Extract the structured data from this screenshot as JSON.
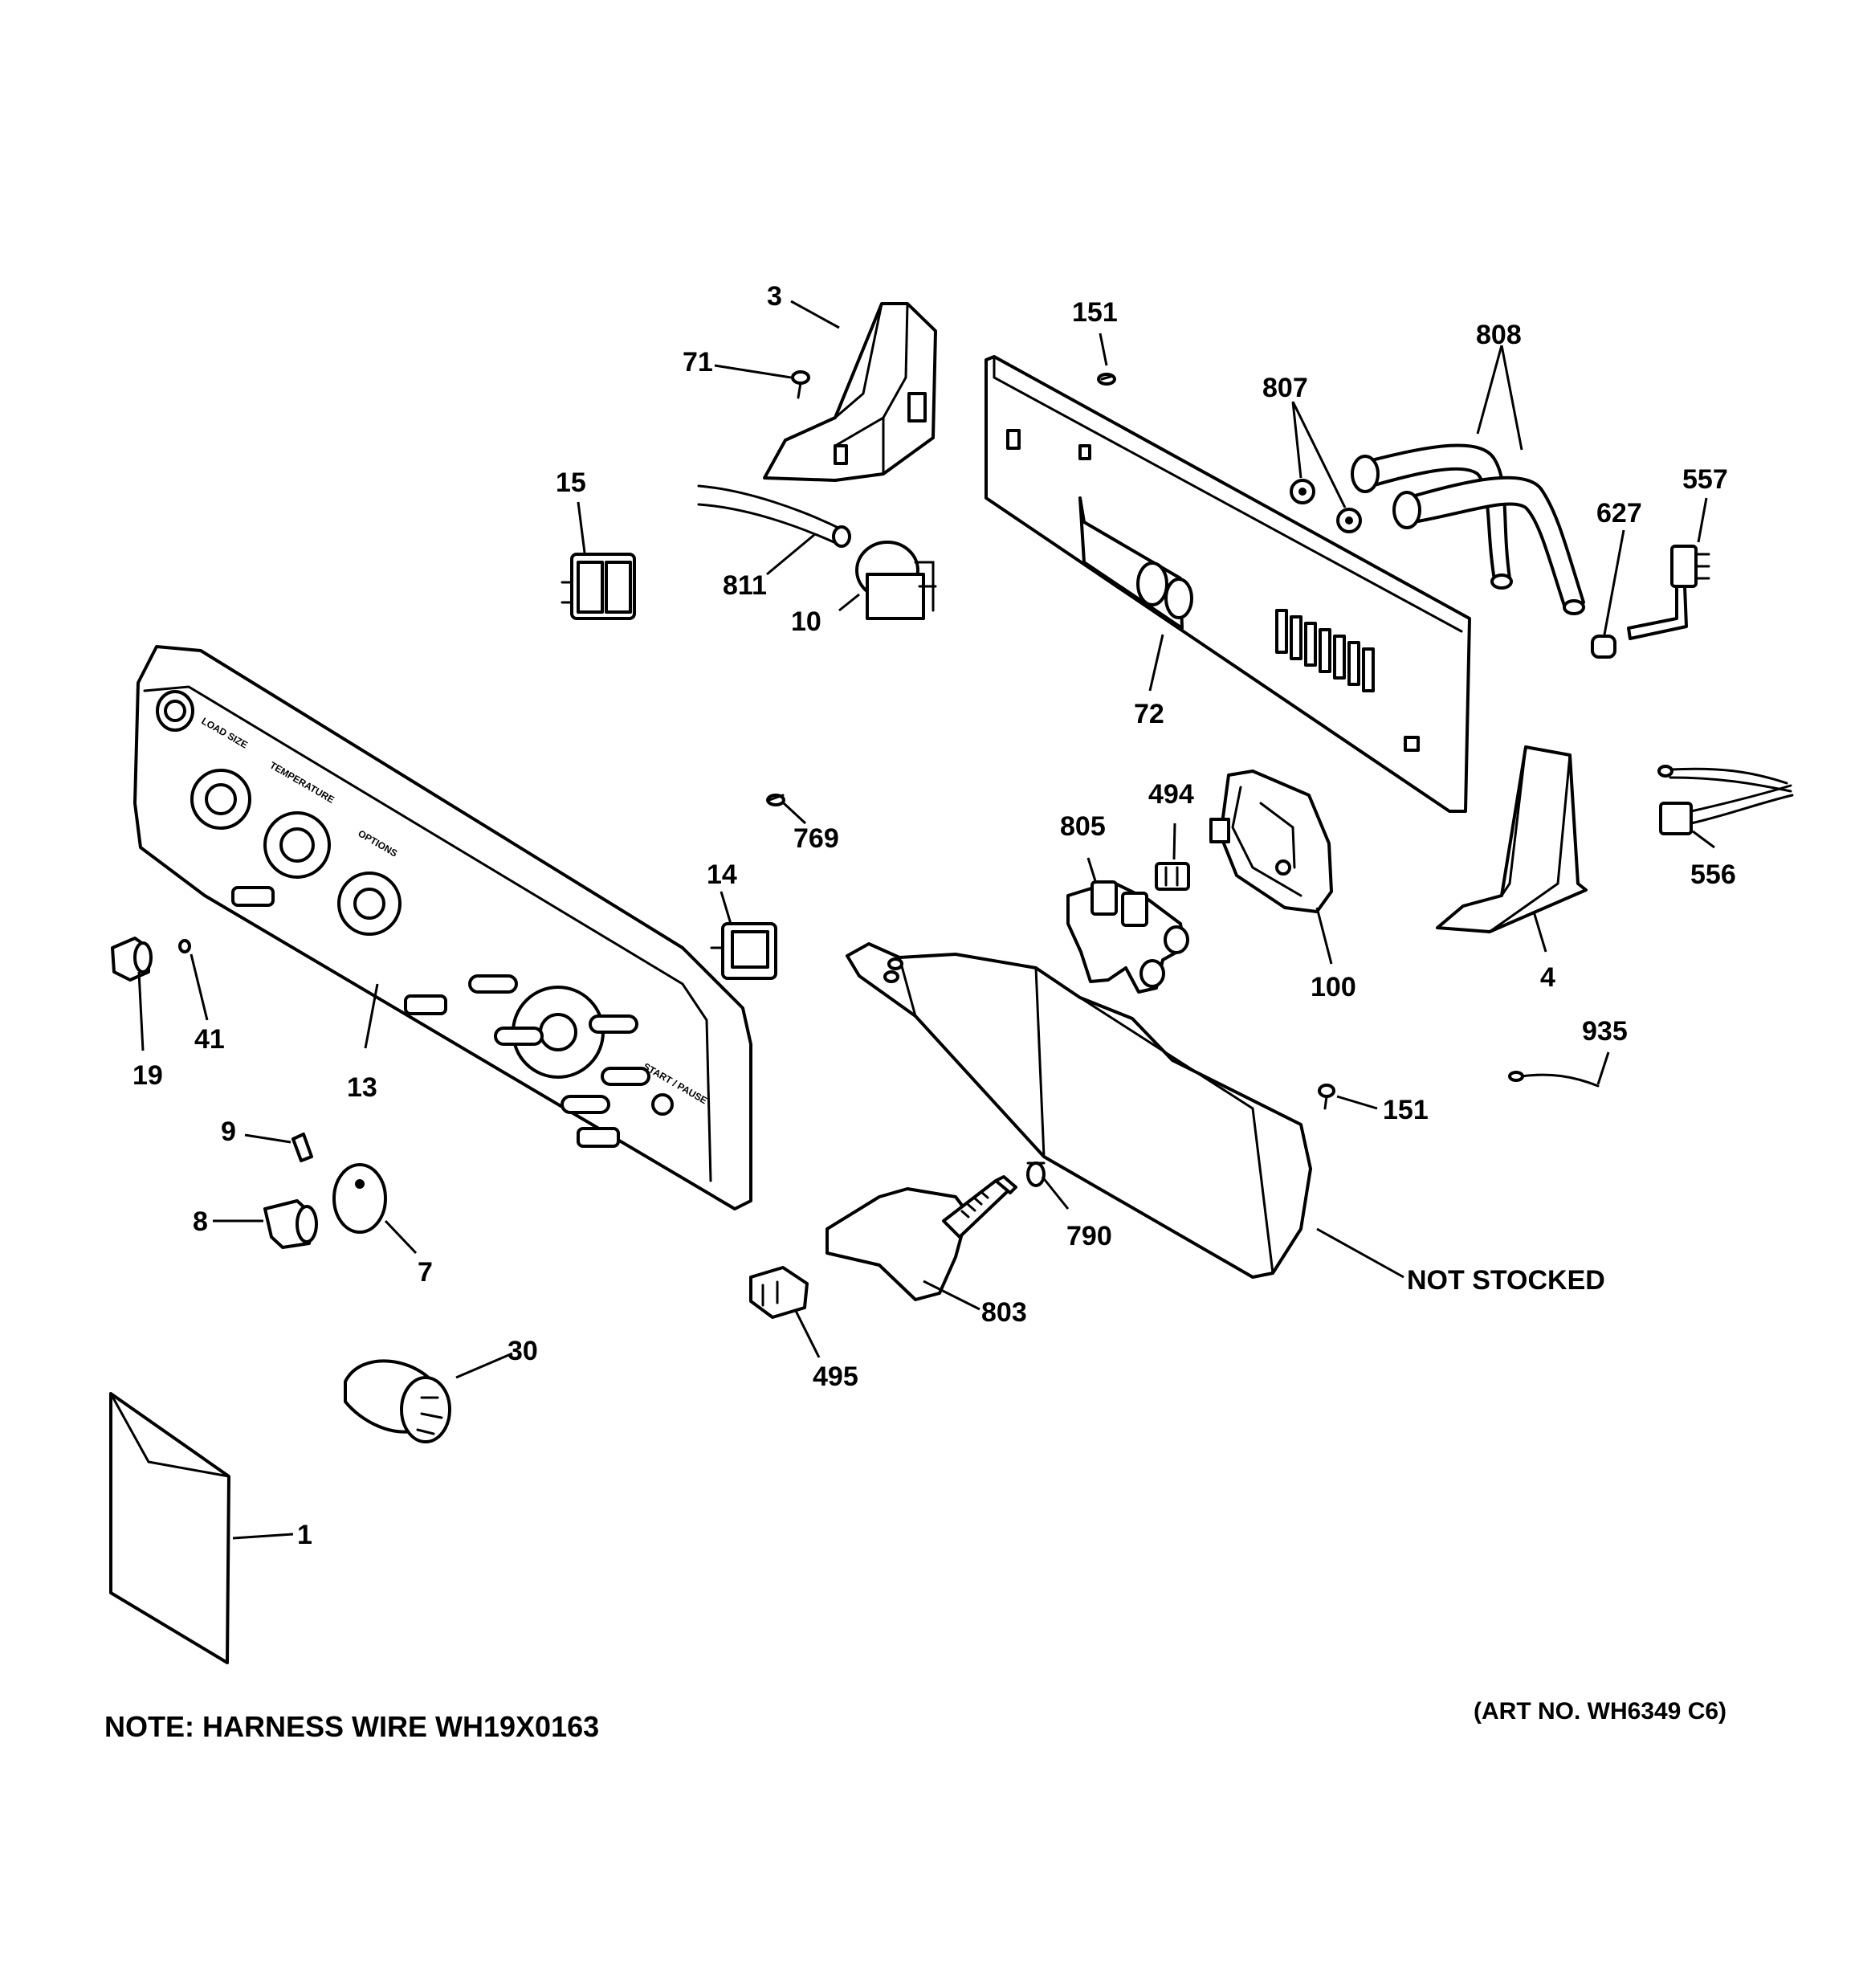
{
  "labels": {
    "l3": "3",
    "l71": "71",
    "l151a": "151",
    "l808": "808",
    "l807": "807",
    "l557": "557",
    "l627": "627",
    "l15": "15",
    "l811": "811",
    "l10": "10",
    "l72": "72",
    "l494": "494",
    "l805": "805",
    "l769": "769",
    "l14": "14",
    "l100": "100",
    "l4": "4",
    "l556": "556",
    "l19": "19",
    "l41": "41",
    "l13": "13",
    "l935": "935",
    "l151b": "151",
    "l9": "9",
    "l8": "8",
    "l7": "7",
    "l790": "790",
    "l803": "803",
    "l495": "495",
    "l30": "30",
    "l1": "1",
    "not_stocked": "NOT STOCKED"
  },
  "panel_text": {
    "load_size": "LOAD SIZE",
    "temperature": "TEMPERATURE",
    "options": "OPTIONS",
    "start_pause": "START / PAUSE"
  },
  "note": "NOTE: HARNESS WIRE WH19X0163",
  "art_no": "(ART NO. WH6349 C6)"
}
